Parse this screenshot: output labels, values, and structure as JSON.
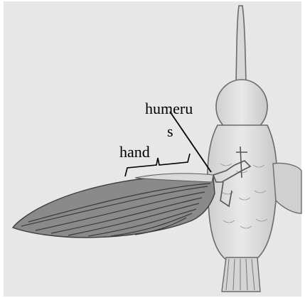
{
  "labels": {
    "humerus_line1": "humeru",
    "humerus_line2": "s",
    "hand": "hand"
  },
  "colors": {
    "background": "#e6e6e6",
    "ink": "#000000",
    "sketch": "#4a4a4a"
  }
}
